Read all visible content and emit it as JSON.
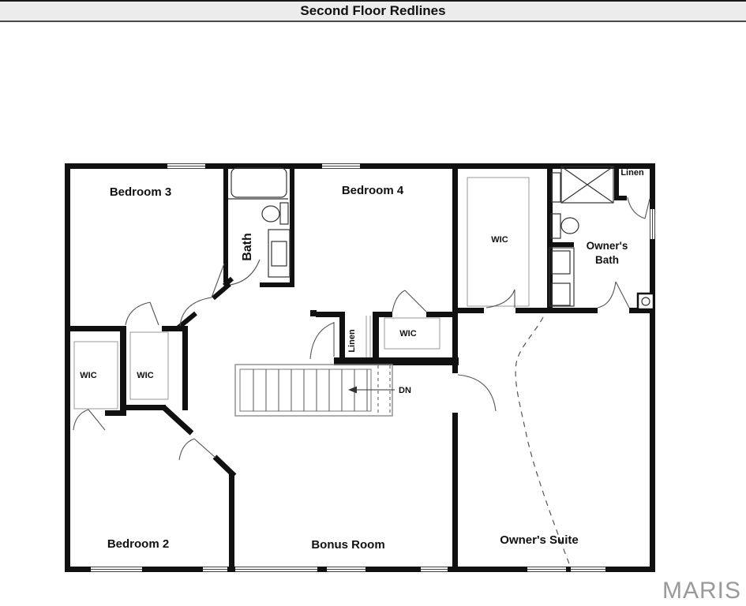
{
  "header": {
    "title": "Second Floor Redlines"
  },
  "rooms": {
    "bedroom3": "Bedroom 3",
    "bath": "Bath",
    "bedroom4": "Bedroom 4",
    "wic_right": "WIC",
    "linen_top_right": "Linen",
    "owners_bath_line1": "Owner's",
    "owners_bath_line2": "Bath",
    "wic_left_1": "WIC",
    "wic_left_2": "WIC",
    "wic_center": "WIC",
    "linen_center": "Linen",
    "bedroom2": "Bedroom 2",
    "bonus_room": "Bonus Room",
    "owners_suite": "Owner's Suite"
  },
  "stairs": {
    "direction_label": "DN"
  },
  "watermark": {
    "text": "MARIS"
  },
  "colors": {
    "wall": "#111111",
    "header_background": "#ececec",
    "watermark_gray": "#9a9a9a",
    "door_swing": "#555555",
    "closet_outline": "#999999"
  }
}
